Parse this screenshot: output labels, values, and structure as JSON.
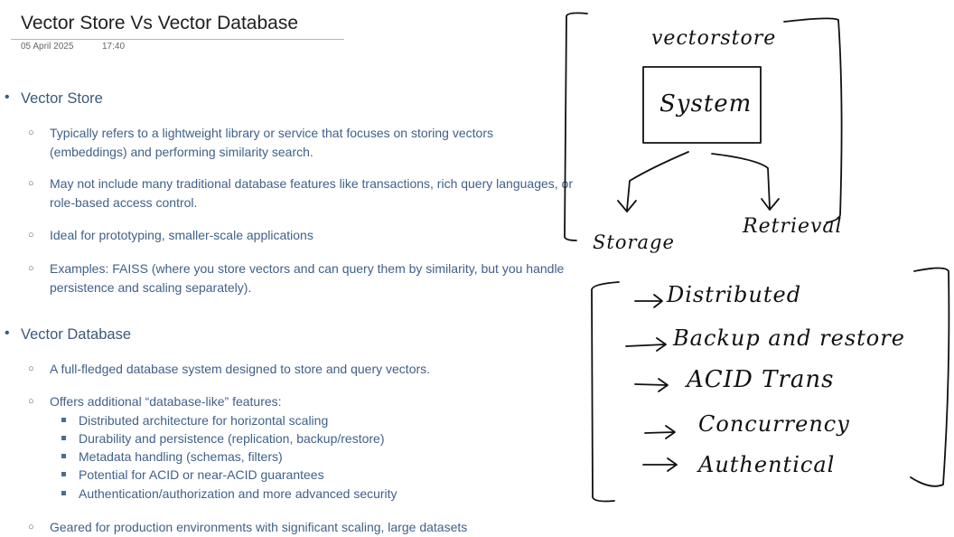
{
  "page": {
    "title": "Vector Store Vs Vector Database",
    "date": "05 April 2025",
    "time": "17:40"
  },
  "vector_store": {
    "heading": "Vector Store",
    "points": [
      "Typically refers to a lightweight library or service that focuses on storing vectors (embeddings) and performing similarity search.",
      "May not include many traditional database features like transactions, rich query languages, or role-based access control.",
      "Ideal for prototyping, smaller-scale applications",
      "Examples: FAISS (where you store vectors and can query them by similarity, but you handle persistence and scaling separately)."
    ]
  },
  "vector_database": {
    "heading": "Vector Database",
    "points": [
      "A full-fledged database system designed to store and query vectors.",
      "Offers additional “database-like” features:",
      "Geared for production environments with significant scaling, large datasets"
    ],
    "features": [
      "Distributed architecture for horizontal scaling",
      "Durability and persistence (replication, backup/restore)",
      "Metadata handling (schemas, filters)",
      "Potential for ACID or near-ACID guarantees",
      "Authentication/authorization and more advanced security"
    ]
  },
  "handwriting": {
    "top_label": "vectorstore",
    "box_label": "System",
    "left_branch": "Storage",
    "right_branch": "Retrieval",
    "list": [
      "Distributed",
      "Backup and restore",
      "ACID Trans",
      "Concurrency",
      "Authentical"
    ]
  }
}
